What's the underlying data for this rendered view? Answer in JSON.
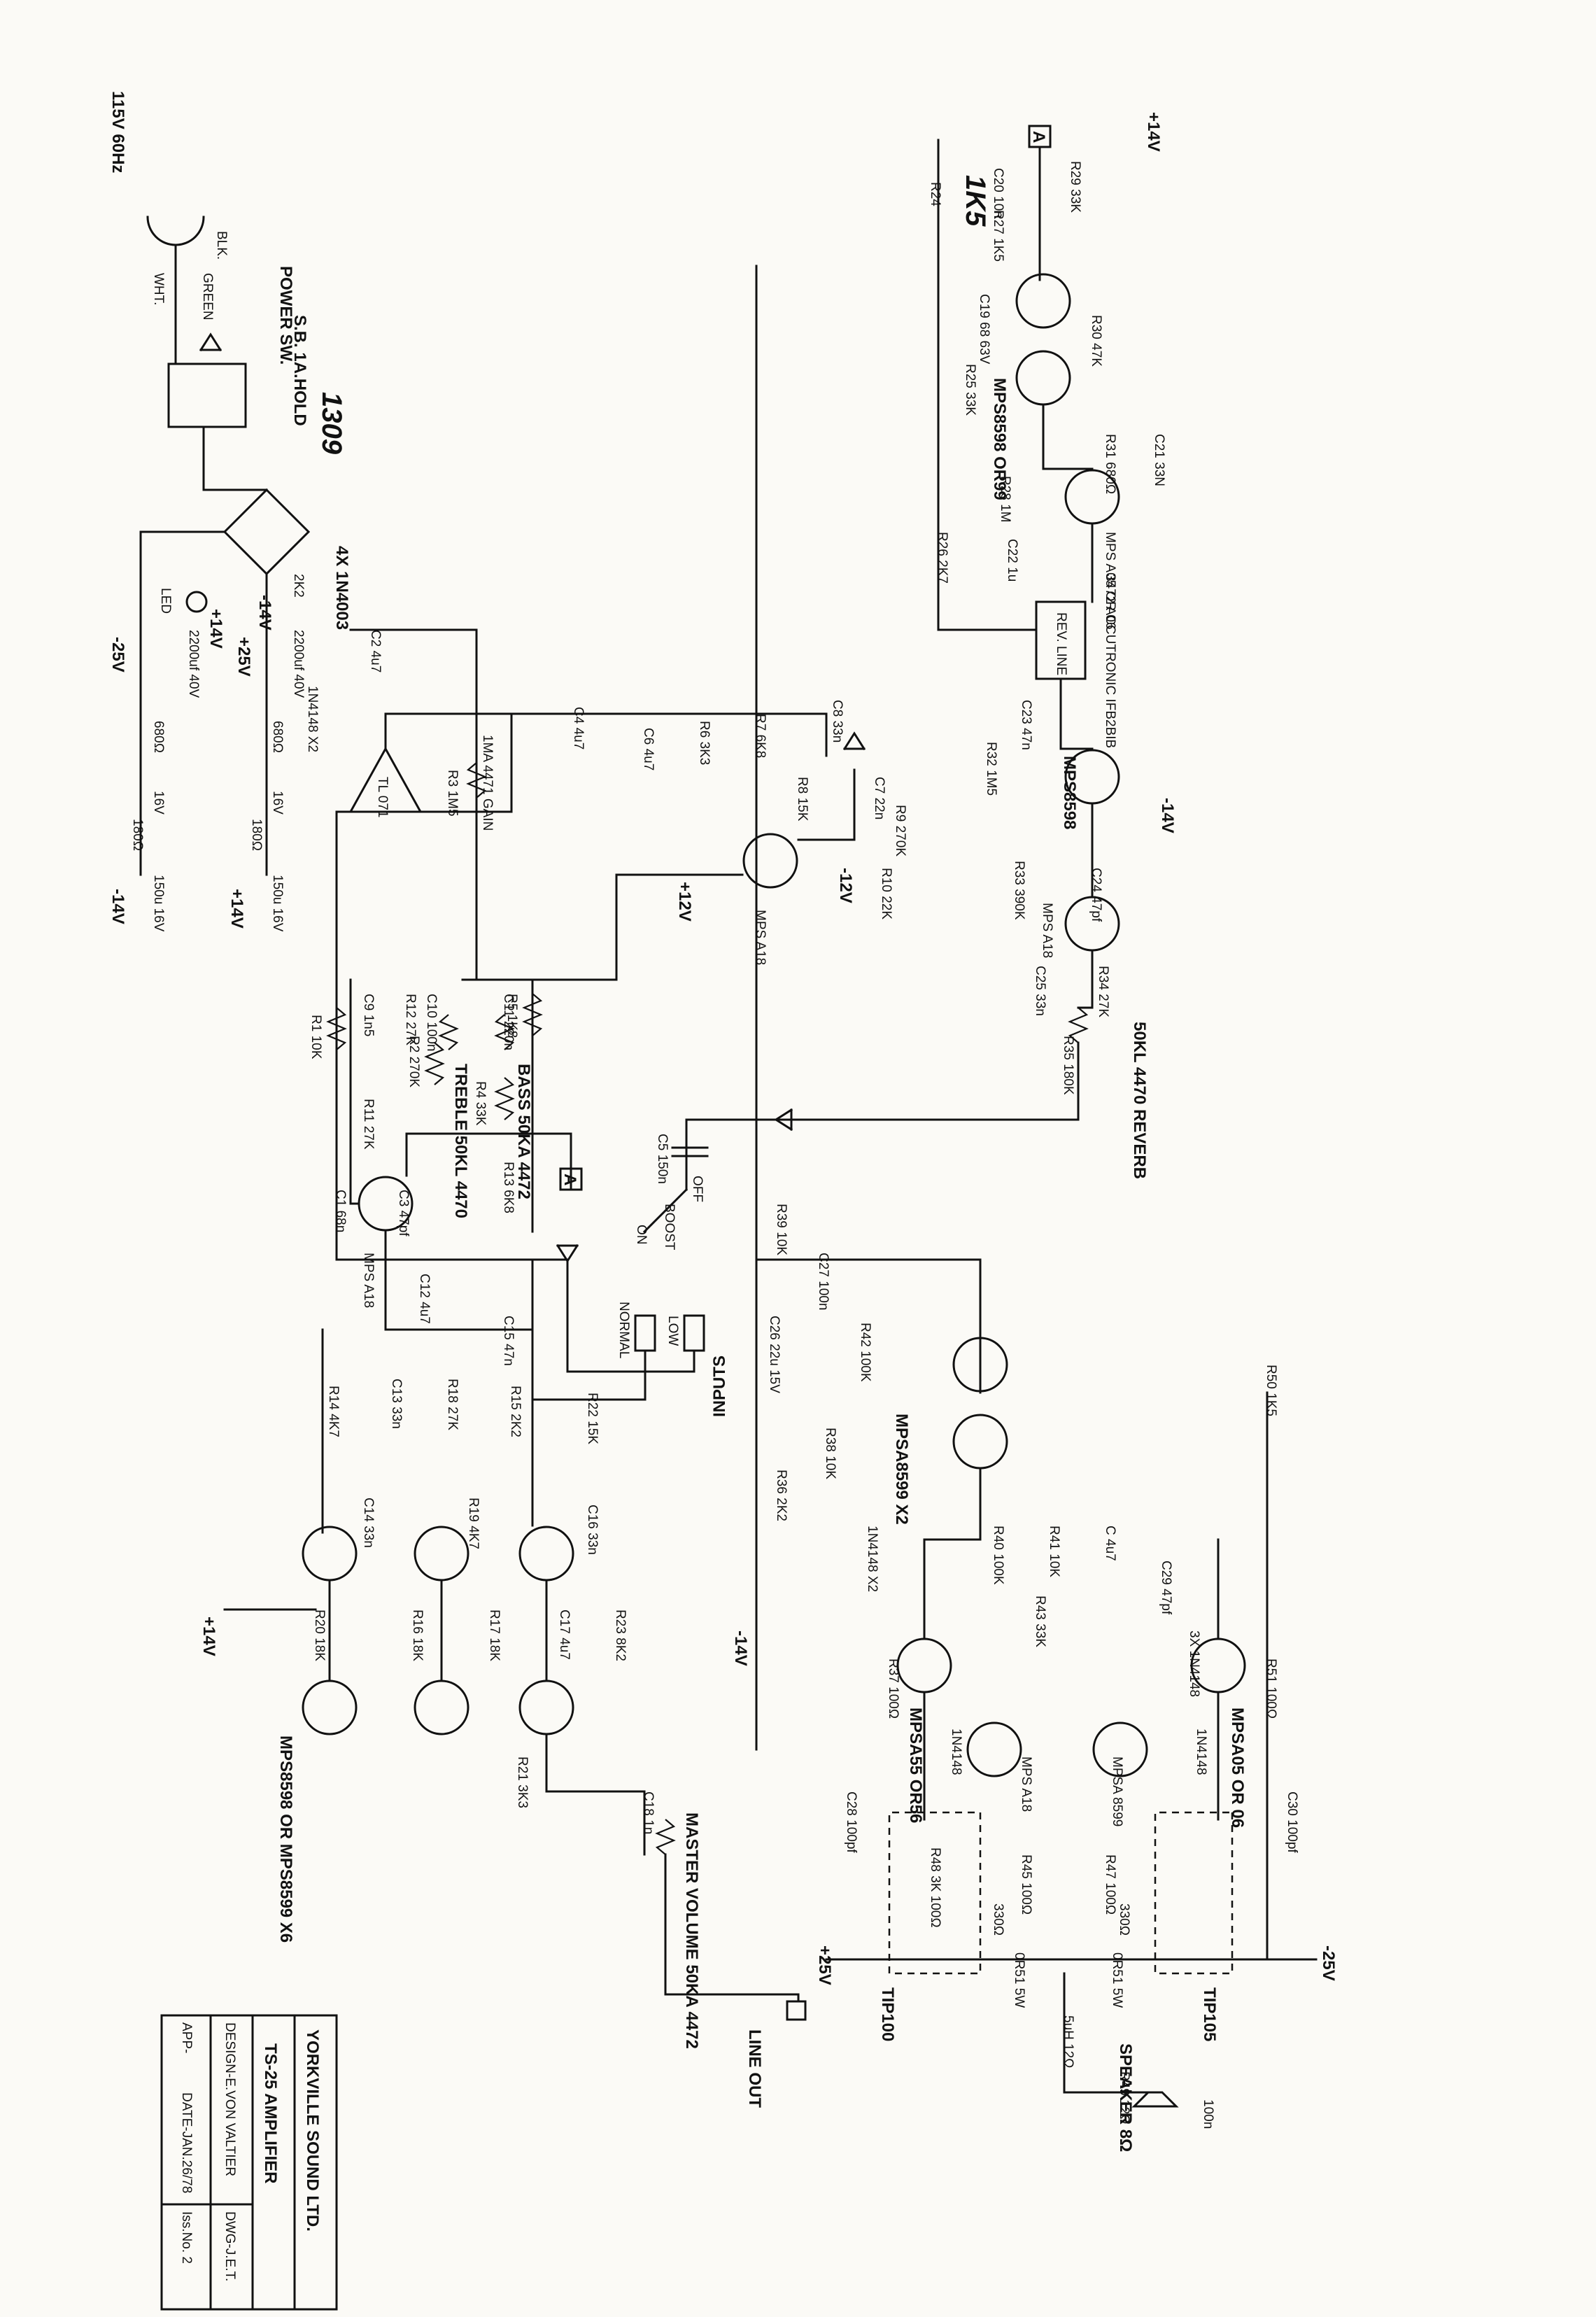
{
  "title_block": {
    "company": "YORKVILLE SOUND LTD.",
    "product": "TS-25 AMPLIFIER",
    "design": "DESIGN-E.VON VALTIER",
    "drawing": "DWG-J.E.T.",
    "approved": "APP-",
    "date": "DATE-JAN.26/78",
    "issue": "Iss.No. 2"
  },
  "power_supply": {
    "mains": "115V 60Hz",
    "wire_blk": "BLK.",
    "wire_green": "GREEN",
    "wire_wht": "WHT.",
    "switch": "POWER SW.",
    "fuse": "S.B. 1A.HOLD",
    "handwritten": "1309",
    "rectifier": "4X 1N4003",
    "r_led": "2K2",
    "led": "LED",
    "cap_pos": "2200uf 40V",
    "cap_neg": "2200uf 40V",
    "rail_pos": "+25V",
    "rail_neg": "-25V",
    "r_pos": "680Ω",
    "r_neg": "680Ω",
    "zener_pos": "16V",
    "zener_neg": "16V",
    "r_pos2": "180Ω",
    "r_neg2": "180Ω",
    "cap_pos2": "150u 16V",
    "cap_neg2": "150u 16V",
    "out_pos": "+14V",
    "out_neg": "-14V"
  },
  "inputs": {
    "title": "INPUTS",
    "jack_low": "LOW",
    "jack_normal": "NORMAL",
    "boost_off": "OFF",
    "boost": "BOOST",
    "boost_on": "ON"
  },
  "preamp": {
    "c1": "C1 68n",
    "c3": "C3 47pf",
    "c5": "C5 150n",
    "r1": "R1 10K",
    "r2": "R2 270K",
    "r4": "R4 33K",
    "r5": "R5 1K8",
    "r3": "R3 1M5",
    "gain": "1MA 4471 GAIN",
    "ic": "TL 071",
    "diode": "1N4148 X2",
    "c2": "C2 4u7",
    "c4": "C4 4u7",
    "c6": "C6 4u7",
    "r6": "R6 3K3",
    "r7": "R7 6K8",
    "r8": "R8 15K",
    "c7": "C7 22n",
    "c8": "C8 33n",
    "r9": "R9 270K",
    "r10": "R10 22K",
    "q_a18": "MPS A18",
    "v_pos12": "+12V",
    "v_neg12": "-12V",
    "v_pos14": "+14V",
    "v_neg14": "-14V"
  },
  "tone": {
    "c9": "C9 1n5",
    "c10": "C10 100n",
    "c11": "C11 220n",
    "r12": "R12 27K",
    "r11": "R11 27K",
    "treble": "TREBLE 50KL 4470",
    "bass": "BASS 50KA 4472",
    "r13": "R13 6K8",
    "q": "MPS A18",
    "c12": "C12 4u7",
    "node_a": "A"
  },
  "eq_bank": {
    "c15": "C15 47n",
    "r22": "R22 15K",
    "c16": "C16 33n",
    "r15": "R15 2K2",
    "r18": "R18 27K",
    "c13": "C13 33n",
    "r14": "R14 4K7",
    "r19": "R19 4K7",
    "c14": "C14 33n",
    "r23": "R23 8K2",
    "c17": "C17 4u7",
    "r16": "R16 18K",
    "r17": "R17 18K",
    "r20": "R20 18K",
    "r21": "R21 3K3",
    "q_label": "MPS8598 OR MPS8599 X6",
    "c18": "C18 1n",
    "master": "MASTER VOLUME 50KA 4472",
    "line_out": "LINE OUT",
    "v_pos14": "+14V",
    "v_neg14": "-14V"
  },
  "reverb": {
    "node_a": "A",
    "r29": "R29 33K",
    "c20": "C20 10n",
    "r27": "R27 1K5",
    "r24": "R24",
    "handwritten": "1K5",
    "c19": "C19 68 63V",
    "r30": "R30 47K",
    "r25": "R25 33K",
    "q_pair": "MPS8598 OR99",
    "r28": "R28 1M",
    "r31": "R31 680Ω",
    "c21": "C21 33N",
    "q_drv": "MPS A05 OR 06",
    "c22": "C22 1u",
    "r26": "R26 2K7",
    "tank": "REV. LINE",
    "tank_part": "3472 ACCUTRONIC IFB2BIB",
    "c23": "C23 47n",
    "r32": "R32 1M5",
    "q3": "MPS8598",
    "r33": "R33 390K",
    "c24": "C24 47pf",
    "q4": "MPS A18",
    "r34": "R34 27K",
    "c25": "C25 33n",
    "pot": "50KL 4470 REVERB",
    "r35": "R35 180K",
    "v_pos14": "+14V",
    "v_neg14": "-14V"
  },
  "power_amp": {
    "r39": "R39 10K",
    "c27": "C27 100n",
    "r42": "R42 100K",
    "c26": "C26 22u 15V",
    "r38": "R38 10K",
    "q_diff": "MPSA8599 X2",
    "r36": "R36 2K2",
    "r50": "R50 1K5",
    "c29": "C29 47pf",
    "r41": "R41 10K",
    "c28b": "C 4u7",
    "r40": "R40 100K",
    "d_x2": "1N4148 X2",
    "r43": "R43 33K",
    "d_x3": "3X 1N4148",
    "r51": "R51 100Ω",
    "r37": "R37 100Ω",
    "q_neg": "MPSA05 OR 06",
    "q_pos": "MPSA55 OR56",
    "q_mid1": "MPSA 8599",
    "q_mid2": "MPS A18",
    "d1": "1N4148",
    "d2": "1N4148",
    "c30": "C30 100pf",
    "c28": "C28 100pf",
    "r47": "R47 100Ω",
    "r45": "R45 100Ω",
    "r46": "330Ω",
    "r44": "330Ω",
    "r48": "R48 3K 100Ω",
    "re1": "0R51 5W",
    "re2": "0R51 5W",
    "out_neg": "TIP105",
    "out_pos": "TIP100",
    "inductor": "5uH",
    "r49": "R49 12Ω",
    "r50b": "12Ω",
    "c31": "100n",
    "speaker": "SPEAKER 8Ω",
    "rail_neg": "-25V",
    "rail_pos": "+25V"
  }
}
